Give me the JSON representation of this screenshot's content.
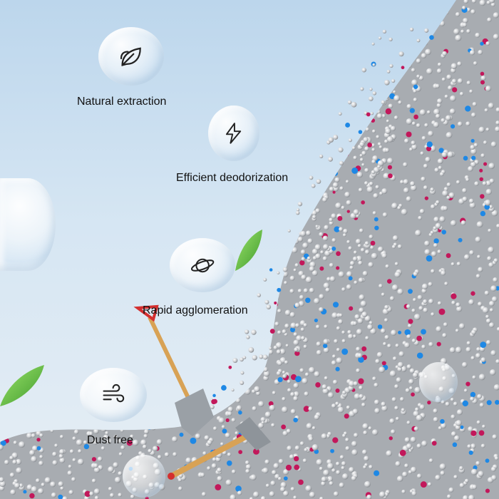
{
  "features": [
    {
      "label": "Natural extraction",
      "icon": "leaf-icon"
    },
    {
      "label": "Efficient deodorization",
      "icon": "lightning-icon"
    },
    {
      "label": "Rapid agglomeration",
      "icon": "planet-icon"
    },
    {
      "label": "Dust free",
      "icon": "wind-icon"
    }
  ],
  "colors": {
    "granule": "#d9dadc",
    "accent_pink": "#c2185b",
    "accent_blue": "#1e88e5",
    "leaf": "#6cc04a"
  }
}
